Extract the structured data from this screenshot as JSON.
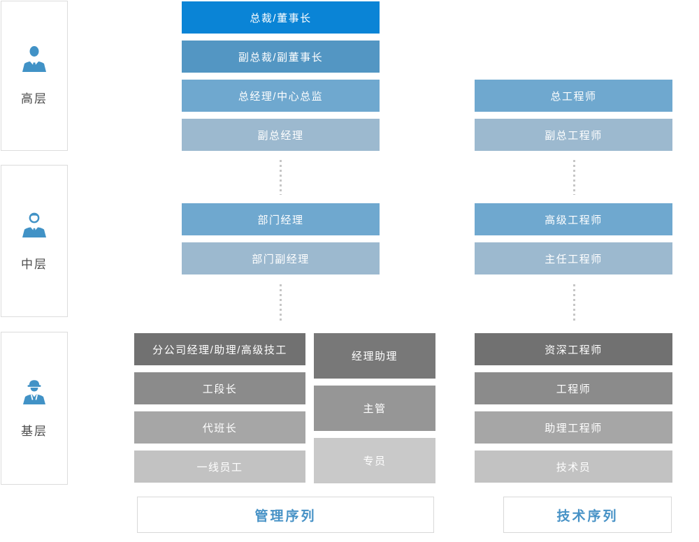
{
  "colors": {
    "accent_blue": "#4792c6",
    "icon_blue": "#4192c6",
    "rank_blue_bright": "#0a84d6",
    "rank_blue_dark": "#5396c3",
    "rank_blue_mid": "#6fa8cf",
    "rank_blue_light": "#9cb9cf",
    "rank_gray_dark": "#717171",
    "rank_gray_mid": "#8b8b8b",
    "rank_gray_soft": "#a6a6a6",
    "rank_gray_light": "#c2c2c2"
  },
  "levels": [
    {
      "label": "高层",
      "icon": "executive-icon"
    },
    {
      "label": "中层",
      "icon": "manager-icon"
    },
    {
      "label": "基层",
      "icon": "worker-icon"
    }
  ],
  "management": {
    "top": [
      "总裁/董事长",
      "副总裁/副董事长",
      "总经理/中心总监",
      "副总经理"
    ],
    "middle": [
      "部门经理",
      "部门副经理"
    ],
    "bottom_left": [
      "分公司经理/助理/高级技工",
      "工段长",
      "代班长",
      "一线员工"
    ],
    "bottom_right": [
      "经理助理",
      "主管",
      "专员"
    ],
    "footer": "管理序列"
  },
  "technical": {
    "top": [
      "总工程师",
      "副总工程师"
    ],
    "middle": [
      "高级工程师",
      "主任工程师"
    ],
    "bottom": [
      "资深工程师",
      "工程师",
      "助理工程师",
      "技术员"
    ],
    "footer": "技术序列"
  }
}
